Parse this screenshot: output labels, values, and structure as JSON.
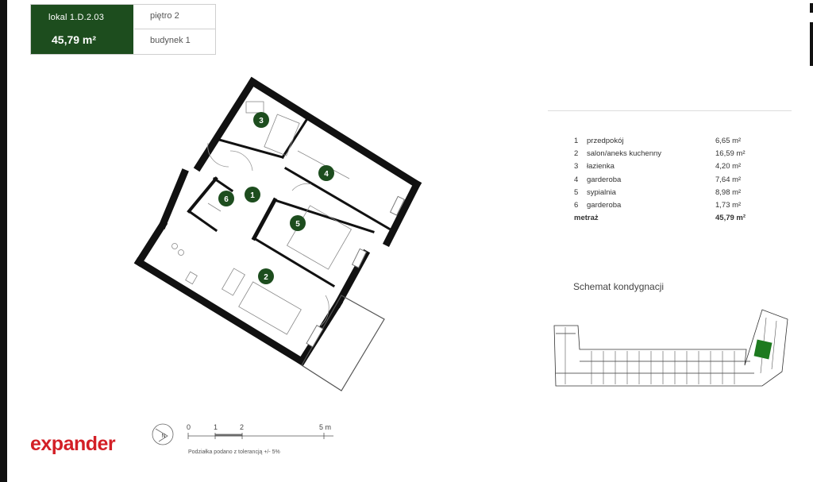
{
  "header": {
    "lokal_label": "lokal 1.D.2.03",
    "area": "45,79 m²",
    "floor": "piętro 2",
    "building": "budynek 1"
  },
  "rooms": [
    {
      "number": "1",
      "name": "przedpokój",
      "area": "6,65 m²"
    },
    {
      "number": "2",
      "name": "salon/aneks kuchenny",
      "area": "16,59 m²"
    },
    {
      "number": "3",
      "name": "łazienka",
      "area": "4,20 m²"
    },
    {
      "number": "4",
      "name": "garderoba",
      "area": "7,64 m²"
    },
    {
      "number": "5",
      "name": "sypialnia",
      "area": "8,98 m²"
    },
    {
      "number": "6",
      "name": "garderoba",
      "area": "1,73 m²"
    }
  ],
  "total": {
    "label": "metraż",
    "area": "45,79 m²"
  },
  "schemat_title": "Schemat kondygnacji",
  "logo": "expander",
  "scale": {
    "ticks": [
      "0",
      "1",
      "2",
      "5 m"
    ],
    "note": "Podziałka podano z tolerancją +/- 5%"
  },
  "colors": {
    "brand_green": "#1d4d1e",
    "logo_red": "#d31f26"
  }
}
